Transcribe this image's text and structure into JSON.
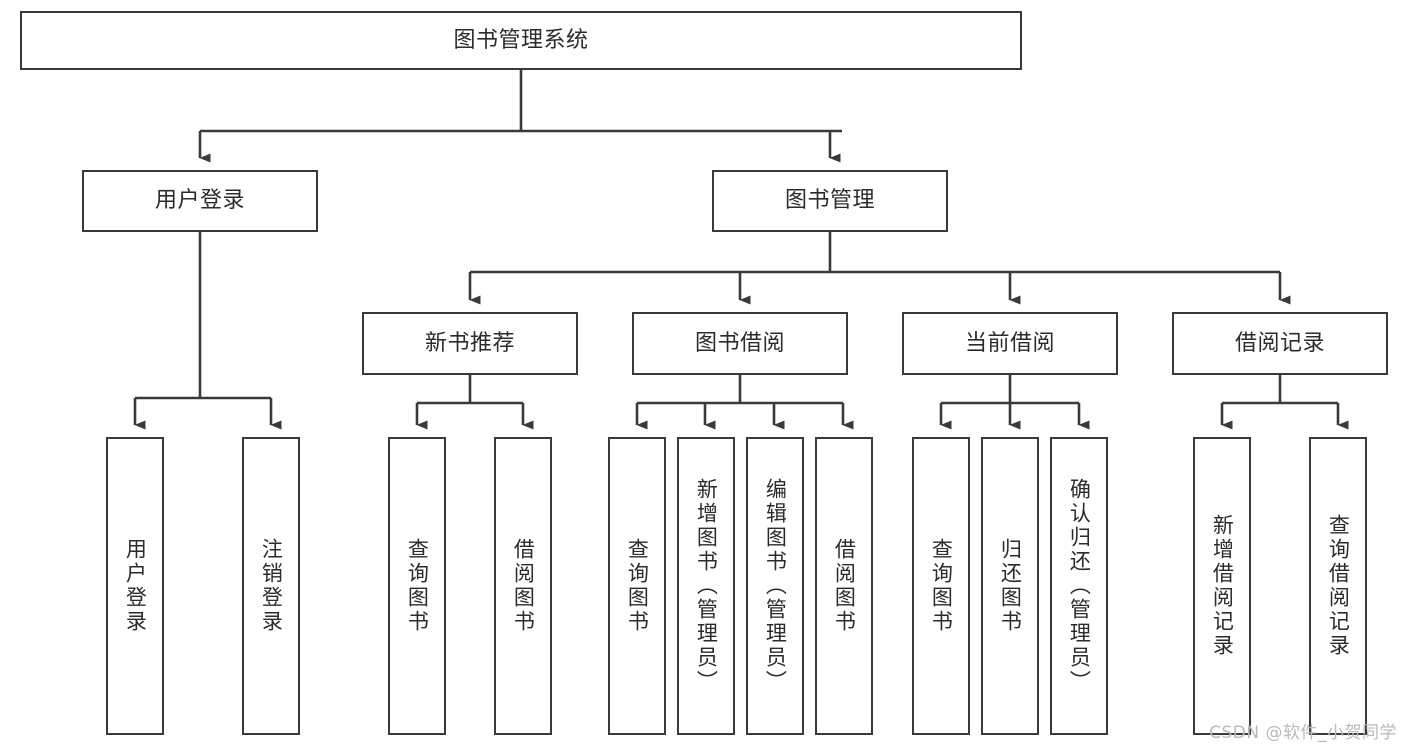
{
  "diagram": {
    "title": "图书管理系统",
    "type": "tree-hierarchy",
    "line_color": "#3a3a3a",
    "box_fill": "#ffffff",
    "text_color": "#2b2b2b"
  },
  "nodes": {
    "root": {
      "label": "图书管理系统"
    },
    "level2": [
      {
        "label": "用户登录"
      },
      {
        "label": "图书管理"
      }
    ],
    "level3": [
      {
        "label": "新书推荐"
      },
      {
        "label": "图书借阅"
      },
      {
        "label": "当前借阅"
      },
      {
        "label": "借阅记录"
      }
    ],
    "leaves": {
      "user_login": [
        {
          "label": "用户登录"
        },
        {
          "label": "注销登录"
        }
      ],
      "new_book_recommend": [
        {
          "label": "查询图书"
        },
        {
          "label": "借阅图书"
        }
      ],
      "book_borrow": [
        {
          "label": "查询图书"
        },
        {
          "label": "新增图书（管理员）"
        },
        {
          "label": "编辑图书（管理员）"
        },
        {
          "label": "借阅图书"
        }
      ],
      "current_borrow": [
        {
          "label": "查询图书"
        },
        {
          "label": "归还图书"
        },
        {
          "label": "确认归还（管理员）"
        }
      ],
      "borrow_record": [
        {
          "label": "新增借阅记录"
        },
        {
          "label": "查询借阅记录"
        }
      ]
    }
  },
  "watermark": {
    "text": "CSDN @软件_小贺同学",
    "color": "#b9b9b9"
  }
}
